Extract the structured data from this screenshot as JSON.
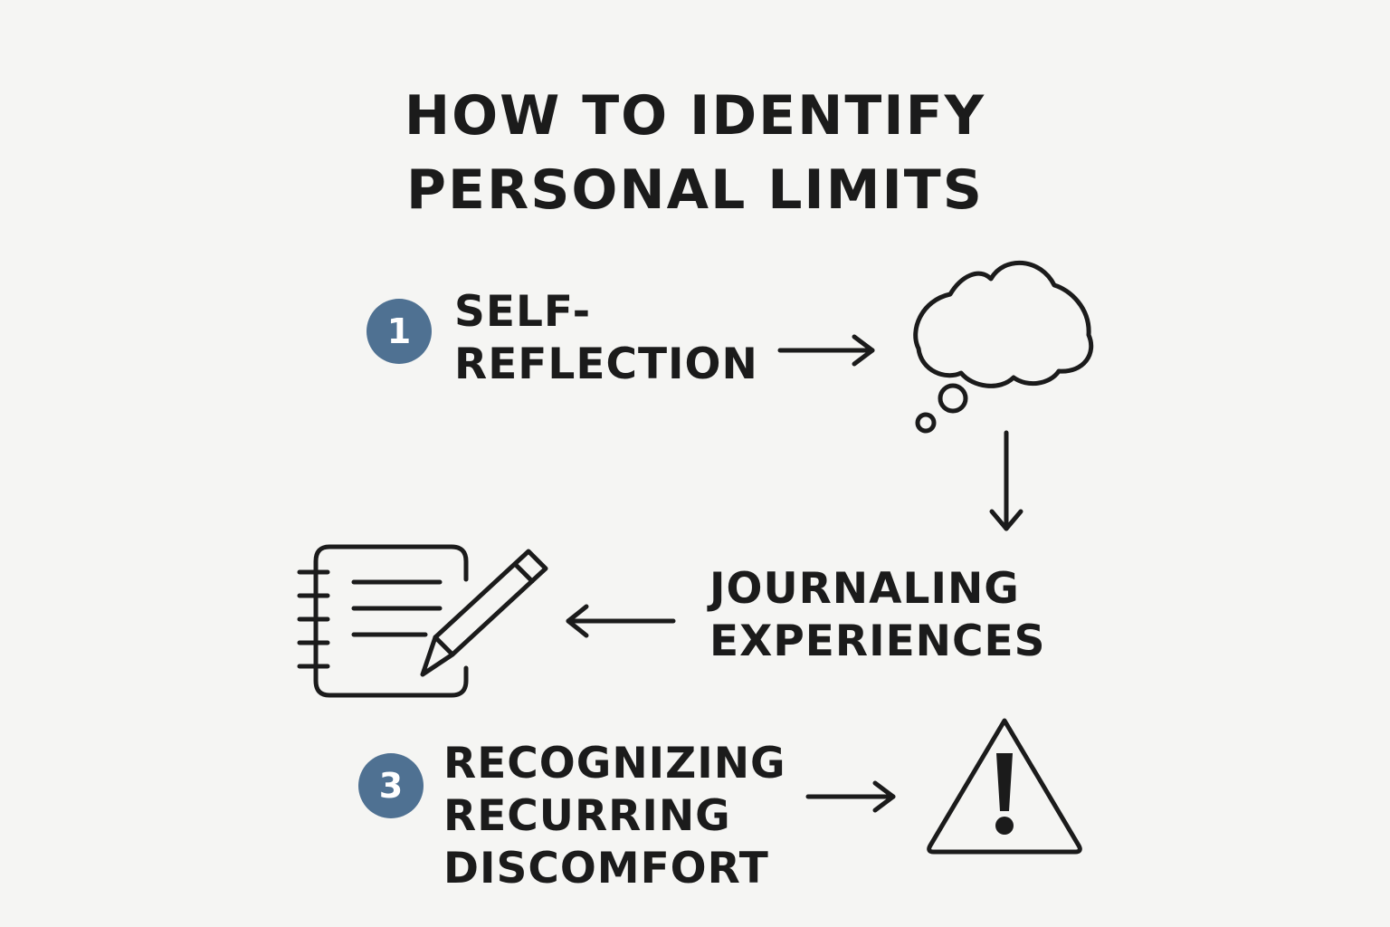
{
  "title": {
    "line1": "HOW TO IDENTIFY",
    "line2": "PERSONAL LIMITS"
  },
  "colors": {
    "background": "#f5f5f3",
    "ink": "#1b1b1b",
    "badge": "#4f7192"
  },
  "steps": [
    {
      "number": "1",
      "lines": [
        "SELF-",
        "REFLECTION"
      ],
      "icon": "thought-cloud-icon"
    },
    {
      "number": "",
      "lines": [
        "JOURNALING",
        "EXPERIENCES"
      ],
      "icon": "notebook-pencil-icon"
    },
    {
      "number": "3",
      "lines": [
        "RECOGNIZING",
        "RECURRING",
        "DISCOMFORT"
      ],
      "icon": "warning-triangle-icon"
    }
  ]
}
